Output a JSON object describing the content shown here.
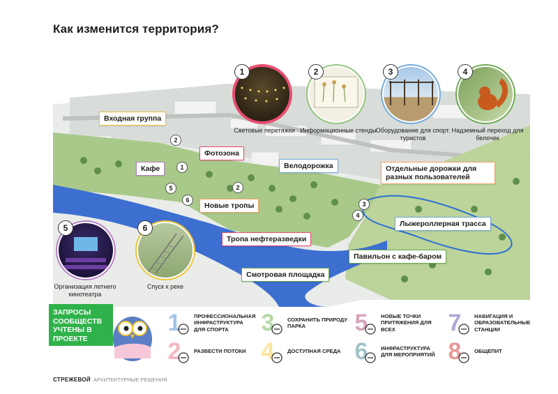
{
  "title": "Как изменится территория?",
  "photos": [
    {
      "num": "1",
      "caption": "Световые перетяжки"
    },
    {
      "num": "2",
      "caption": "Информационные стенды"
    },
    {
      "num": "3",
      "caption": "Оборудование для спорт. туристов"
    },
    {
      "num": "4",
      "caption": "Надземный переход для белочек"
    },
    {
      "num": "5",
      "caption": "Организация летнего кинотеатра"
    },
    {
      "num": "6",
      "caption": "Спуск к реке"
    }
  ],
  "map_labels": {
    "entrance": "Входная группа",
    "photozone": "Фотозона",
    "cafe": "Кафе",
    "bikepath": "Велодорожка",
    "separate_paths": "Отдельные дорожки для разных пользователей",
    "new_trails": "Новые тропы",
    "oil_trail": "Тропа нефтеразведки",
    "rollerski": "Лыжероллерная трасса",
    "pavilion": "Павильон с кафе-баром",
    "viewpoint": "Смотровая площадка"
  },
  "map_markers": [
    "2",
    "1",
    "5",
    "6",
    "2",
    "3",
    "4"
  ],
  "banner": "ЗАПРОСЫ СООБЩЕСТВ УЧТЕНЫ В ПРОЕКТЕ",
  "requests": [
    {
      "num": "1",
      "text": "Профессиональная инфраструктура для спорта",
      "color": "#9fc5e8"
    },
    {
      "num": "2",
      "text": "Развести потоки",
      "color": "#f4b6c2"
    },
    {
      "num": "3",
      "text": "Сохранить природу парка",
      "color": "#b6d7a8"
    },
    {
      "num": "4",
      "text": "Доступная среда",
      "color": "#ffe599"
    },
    {
      "num": "5",
      "text": "Новые точки притяжения для всех",
      "color": "#d5a6bd"
    },
    {
      "num": "6",
      "text": "Инфраструктура для мероприятий",
      "color": "#a2c4c9"
    },
    {
      "num": "7",
      "text": "Навигация и образовательные станции",
      "color": "#b4a7d6"
    },
    {
      "num": "8",
      "text": "Общепит",
      "color": "#ea9999"
    }
  ],
  "footer": {
    "brand": "СТРЕЖЕВОЙ",
    "sub": "АРХИТЕКТУРНЫЕ РЕШЕНИЯ"
  }
}
